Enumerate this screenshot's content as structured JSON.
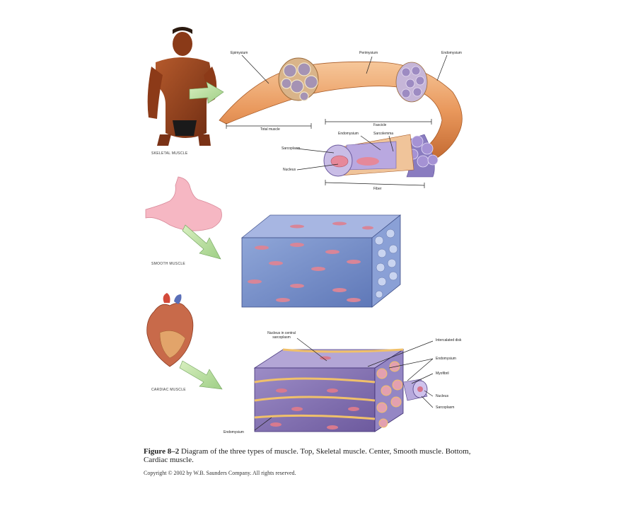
{
  "sections": {
    "skeletal": "SKELETAL MUSCLE",
    "smooth": "SMOOTH MUSCLE",
    "cardiac": "CARDIAC MUSCLE"
  },
  "labels": {
    "epimysium": "Epimysium",
    "perimysium": "Perimysium",
    "endomysium_top": "Endomysium",
    "total_muscle": "Total muscle",
    "fascicle": "Fascicle",
    "endomysium_mid": "Endomysium",
    "sarcolemma": "Sarcolemma",
    "sarcoplasm": "Sarcoplasm",
    "nucleus": "Nucleus",
    "fiber": "Fiber",
    "nucleus_central": "Nucleus in central sarcoplasm",
    "intercalated_disk": "Intercalated disk",
    "endomysium_cardiac": "Endomysium",
    "myofibril": "Myofibril",
    "nucleus_cardiac": "Nucleus",
    "sarcoplasm_cardiac": "Sarcoplasm",
    "endomysium_bottom": "Endomysium"
  },
  "caption": {
    "figure": "Figure 8–2",
    "text": "Diagram of the three types of muscle. Top, Skeletal muscle. Center, Smooth muscle. Bottom, Cardiac muscle.",
    "copyright": "Copyright © 2002 by W.B. Saunders Company. All rights reserved."
  }
}
